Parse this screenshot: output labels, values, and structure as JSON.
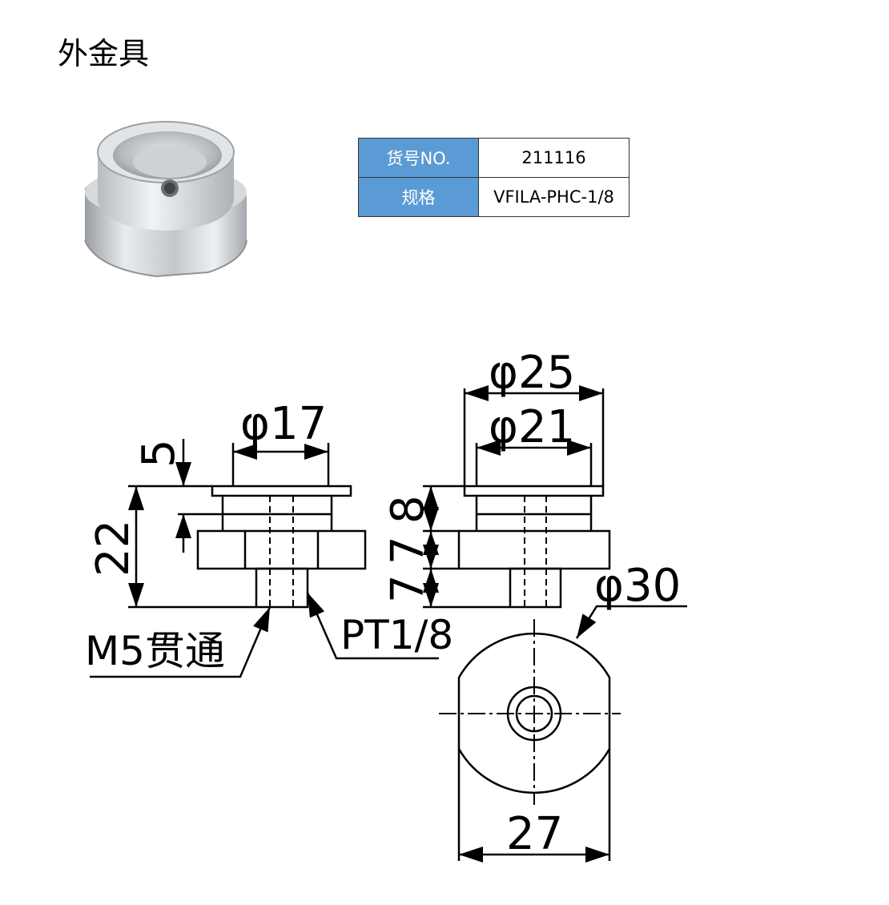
{
  "title": "外金具",
  "spec_table": {
    "rows": [
      {
        "key": "货号NO.",
        "value": "211116"
      },
      {
        "key": "规格",
        "value": "VFILA-PHC-1/8"
      }
    ],
    "header_color": "#5b9bd5"
  },
  "drawing": {
    "side_view": {
      "dim_top_diameter": "φ17",
      "dim_flange_height": "5",
      "dim_total_height": "22",
      "label_through_hole": "M5贯通",
      "label_thread": "PT1/8"
    },
    "section_view": {
      "dim_outer_diameter": "φ25",
      "dim_inner_diameter": "φ21",
      "dim_top": "8",
      "dim_middle": "7",
      "dim_bottom": "7"
    },
    "bottom_view": {
      "dim_diameter": "φ30",
      "dim_width_across_flats": "27"
    }
  }
}
